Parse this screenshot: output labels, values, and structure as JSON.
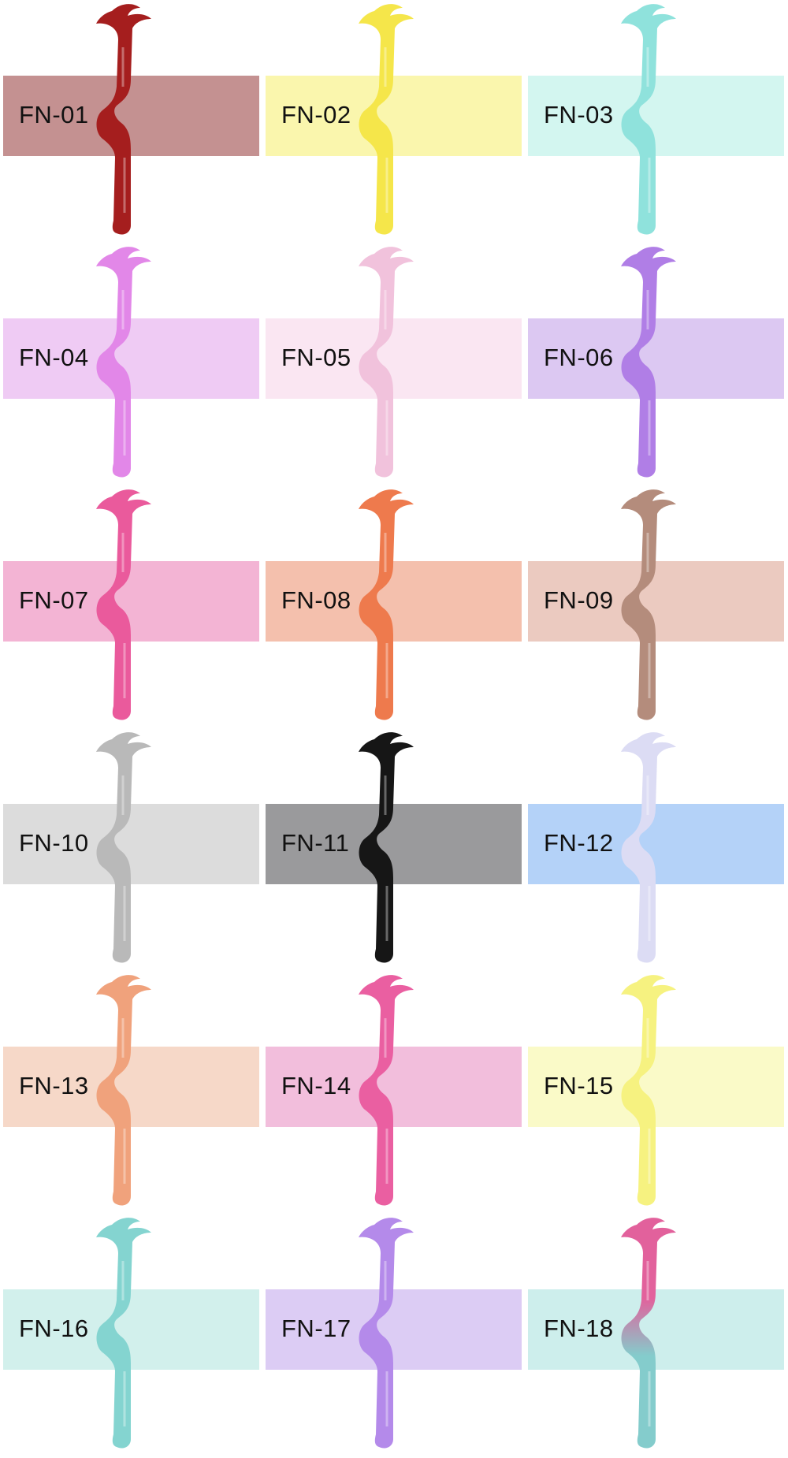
{
  "items": [
    {
      "code": "FN-01",
      "band_color": "#c49191",
      "tool_top": "#a51e1e",
      "tool_bottom": "#a51e1e"
    },
    {
      "code": "FN-02",
      "band_color": "#faf6ad",
      "tool_top": "#f5e64a",
      "tool_bottom": "#f5e64a"
    },
    {
      "code": "FN-03",
      "band_color": "#d3f6f0",
      "tool_top": "#8fe2dc",
      "tool_bottom": "#8fe2dc"
    },
    {
      "code": "FN-04",
      "band_color": "#efcbf4",
      "tool_top": "#e287e8",
      "tool_bottom": "#e287e8"
    },
    {
      "code": "FN-05",
      "band_color": "#fae6f2",
      "tool_top": "#f1c2dc",
      "tool_bottom": "#f1c2dc"
    },
    {
      "code": "FN-06",
      "band_color": "#dcc8f2",
      "tool_top": "#b07ee6",
      "tool_bottom": "#b07ee6"
    },
    {
      "code": "FN-07",
      "band_color": "#f3b4d4",
      "tool_top": "#ea5a9c",
      "tool_bottom": "#ea5a9c"
    },
    {
      "code": "FN-08",
      "band_color": "#f4c0ad",
      "tool_top": "#ee7a4d",
      "tool_bottom": "#ee7a4d"
    },
    {
      "code": "FN-09",
      "band_color": "#ebcac0",
      "tool_top": "#b48c7c",
      "tool_bottom": "#b48c7c"
    },
    {
      "code": "FN-10",
      "band_color": "#dcdcdc",
      "tool_top": "#b9b9b9",
      "tool_bottom": "#b9b9b9"
    },
    {
      "code": "FN-11",
      "band_color": "#9a9a9c",
      "tool_top": "#161616",
      "tool_bottom": "#161616"
    },
    {
      "code": "FN-12",
      "band_color": "#b4d2f8",
      "tool_top": "#dcdcf4",
      "tool_bottom": "#dcdcf4"
    },
    {
      "code": "FN-13",
      "band_color": "#f6d8c8",
      "tool_top": "#f0a27c",
      "tool_bottom": "#f0a27c"
    },
    {
      "code": "FN-14",
      "band_color": "#f2bedc",
      "tool_top": "#ea5fa1",
      "tool_bottom": "#ea5fa1"
    },
    {
      "code": "FN-15",
      "band_color": "#fafac8",
      "tool_top": "#f6f280",
      "tool_bottom": "#f6f280"
    },
    {
      "code": "FN-16",
      "band_color": "#d2f0ec",
      "tool_top": "#84d4d0",
      "tool_bottom": "#84d4d0"
    },
    {
      "code": "FN-17",
      "band_color": "#dcccf4",
      "tool_top": "#b48aea",
      "tool_bottom": "#b48aea"
    },
    {
      "code": "FN-18",
      "band_color": "#cdeeec",
      "tool_top": "#e2619c",
      "tool_bottom": "#84cccc"
    }
  ]
}
